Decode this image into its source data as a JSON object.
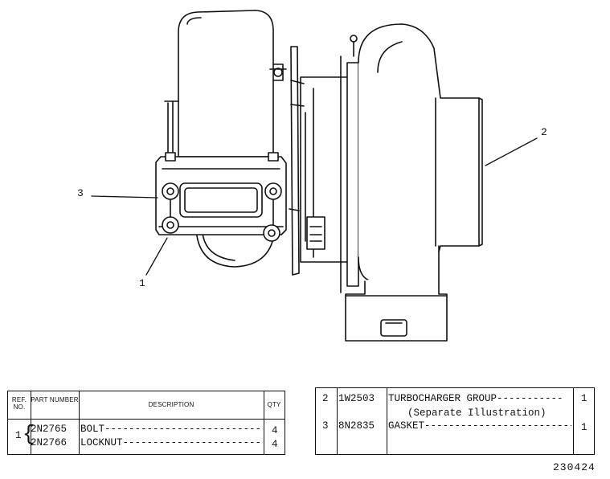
{
  "callouts": {
    "c1": "1",
    "c2": "2",
    "c3": "3"
  },
  "left_table": {
    "headers": {
      "ref_no": "REF. NO.",
      "part_number": "PART NUMBER",
      "description": "DESCRIPTION",
      "qty": "QTY"
    },
    "group_ref": "1",
    "rows": [
      {
        "part": "2N2765",
        "desc": "BOLT-------------------------------",
        "qty": "4"
      },
      {
        "part": "2N2766",
        "desc": "LOCKNUT----------------------------",
        "qty": "4"
      }
    ]
  },
  "right_table": {
    "rows": [
      {
        "ref": "2",
        "part": "1W2503",
        "desc": "TURBOCHARGER GROUP-----------",
        "desc2": "(Separate Illustration)",
        "qty": "1"
      },
      {
        "ref": "3",
        "part": "8N2835",
        "desc": "GASKET---------------------------",
        "desc2": "",
        "qty": "1"
      }
    ]
  },
  "figure_number": "230424"
}
